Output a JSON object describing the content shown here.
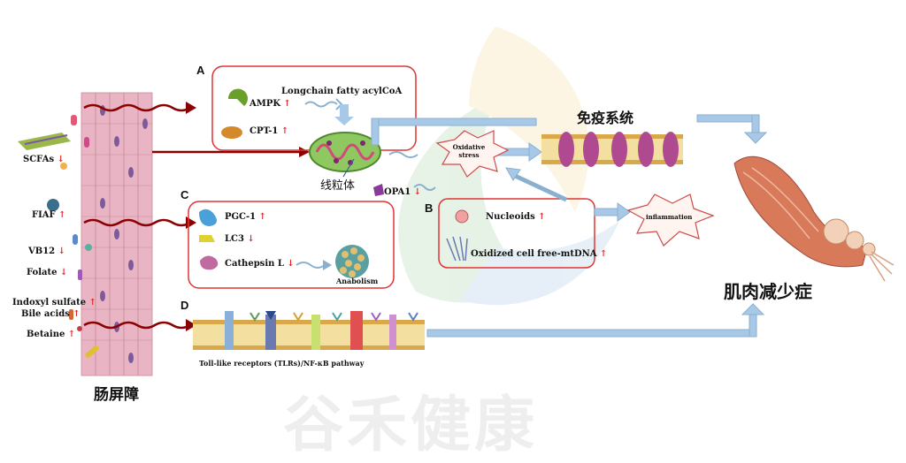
{
  "panels": {
    "a": {
      "letter": "A",
      "items": [
        {
          "name": "AMPK",
          "arrow": "↑"
        },
        {
          "name": "CPT-1",
          "arrow": "↑"
        }
      ],
      "substrate": "Longchain fatty acylCoA"
    },
    "b": {
      "letter": "B",
      "items": [
        {
          "name": "Nucleoids",
          "arrow": "↑"
        },
        {
          "name": "Oxidized cell free-mtDNA",
          "arrow": "↑"
        }
      ]
    },
    "c": {
      "letter": "C",
      "items": [
        {
          "name": "PGC-1",
          "arrow": "↑"
        },
        {
          "name": "LC3",
          "arrow": "↓"
        },
        {
          "name": "Cathepsin L",
          "arrow": "↓"
        }
      ],
      "product": "Anabolism"
    },
    "d": {
      "letter": "D",
      "caption": "Toll-like receptors (TLRs)/NF-κB pathway"
    }
  },
  "gut_factors": [
    {
      "name": "SCFAs",
      "arrow": "↓"
    },
    {
      "name": "FIAF",
      "arrow": "↑"
    },
    {
      "name": "VB12",
      "arrow": "↓"
    },
    {
      "name": "Folate",
      "arrow": "↓"
    },
    {
      "name": "Indoxyl sulfate",
      "arrow": "↑"
    },
    {
      "name": "Bile acids",
      "arrow": "↑"
    },
    {
      "name": "Betaine",
      "arrow": "↑"
    }
  ],
  "labels": {
    "mitochondria": "线粒体",
    "opa1": "OPA1",
    "opa1_arrow": "↓",
    "oxidative_stress": "Oxidative stress",
    "immune_system": "免疫系统",
    "inflammation": "inflammation",
    "sarcopenia": "肌肉减少症",
    "gut_barrier": "肠屏障"
  },
  "watermark": "谷禾健康",
  "colors": {
    "panel_border": "#e03434",
    "arrow_dark": "#8b0000",
    "arrow_blue": "#a8c8e8",
    "membrane": "#d8a84a"
  }
}
